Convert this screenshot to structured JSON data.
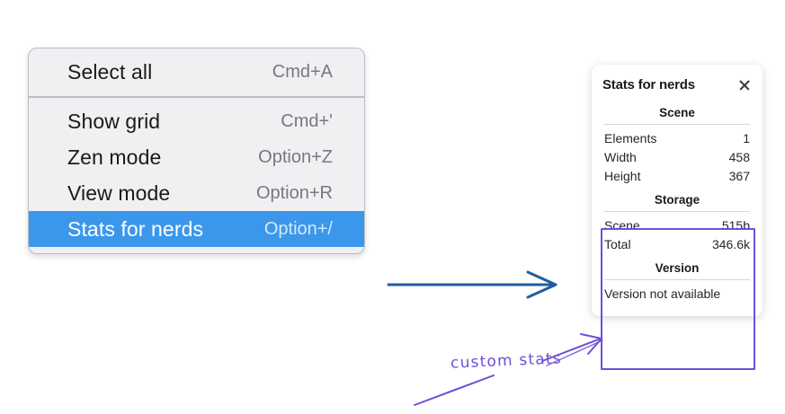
{
  "colors": {
    "menu_background": "#f0f0f2",
    "menu_border": "#b9bec6",
    "selection_blue": "#3b97ec",
    "arrow_blue": "#1f5fa0",
    "annotation_purple": "#6f4fd8",
    "panel_white": "#ffffff"
  },
  "context_menu": {
    "groups": [
      {
        "items": [
          {
            "label": "Select all",
            "shortcut": "Cmd+A",
            "selected": false
          }
        ]
      },
      {
        "items": [
          {
            "label": "Show grid",
            "shortcut": "Cmd+'",
            "selected": false
          },
          {
            "label": "Zen mode",
            "shortcut": "Option+Z",
            "selected": false
          },
          {
            "label": "View mode",
            "shortcut": "Option+R",
            "selected": false
          },
          {
            "label": "Stats for nerds",
            "shortcut": "Option+/",
            "selected": true
          }
        ]
      }
    ]
  },
  "stats_panel": {
    "title": "Stats for nerds",
    "close_icon": "close-icon",
    "sections": [
      {
        "heading": "Scene",
        "rows": [
          {
            "label": "Elements",
            "value": "1"
          },
          {
            "label": "Width",
            "value": "458"
          },
          {
            "label": "Height",
            "value": "367"
          }
        ]
      },
      {
        "heading": "Storage",
        "rows": [
          {
            "label": "Scene",
            "value": "515b"
          },
          {
            "label": "Total",
            "value": "346.6k"
          }
        ]
      },
      {
        "heading": "Version",
        "single_value": "Version not available"
      }
    ]
  },
  "annotations": {
    "flow_arrow": "arrow-right-icon",
    "callout_text": "custom stats",
    "callout_arrow": "arrow-up-right-icon",
    "underline_stroke": "underline-stroke"
  }
}
